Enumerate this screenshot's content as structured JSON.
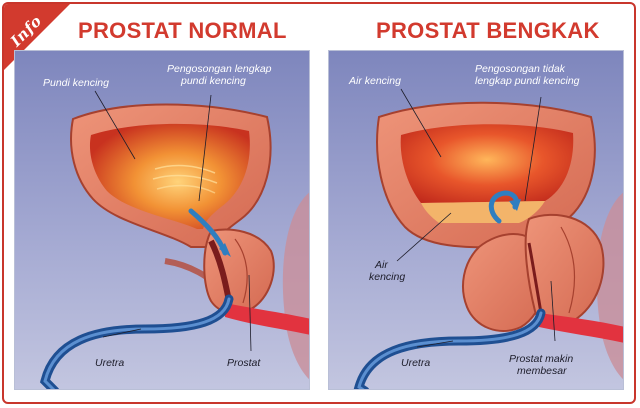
{
  "badge": "Info",
  "panels": [
    {
      "title": "PROSTAT NORMAL",
      "labels": {
        "bladder": "Pundi kencing",
        "emptying_line1": "Pengosongan lengkap",
        "emptying_line2": "pundi kencing",
        "urethra": "Uretra",
        "prostate": "Prostat"
      }
    },
    {
      "title": "PROSTAT BENGKAK",
      "labels": {
        "urine": "Air kencing",
        "emptying_line1": "Pengosongan tidak",
        "emptying_line2": "lengkap pundi kencing",
        "urine2_line1": "Air",
        "urine2_line2": "kencing",
        "urethra": "Uretra",
        "prostate_line1": "Prostat makin",
        "prostate_line2": "membesar"
      }
    }
  ],
  "colors": {
    "accent": "#d23a2e",
    "panel_bg": "#8f96c4",
    "tissue": "#e07a5f",
    "urine": "#f2a23a",
    "urethra": "#2a5fa8"
  }
}
